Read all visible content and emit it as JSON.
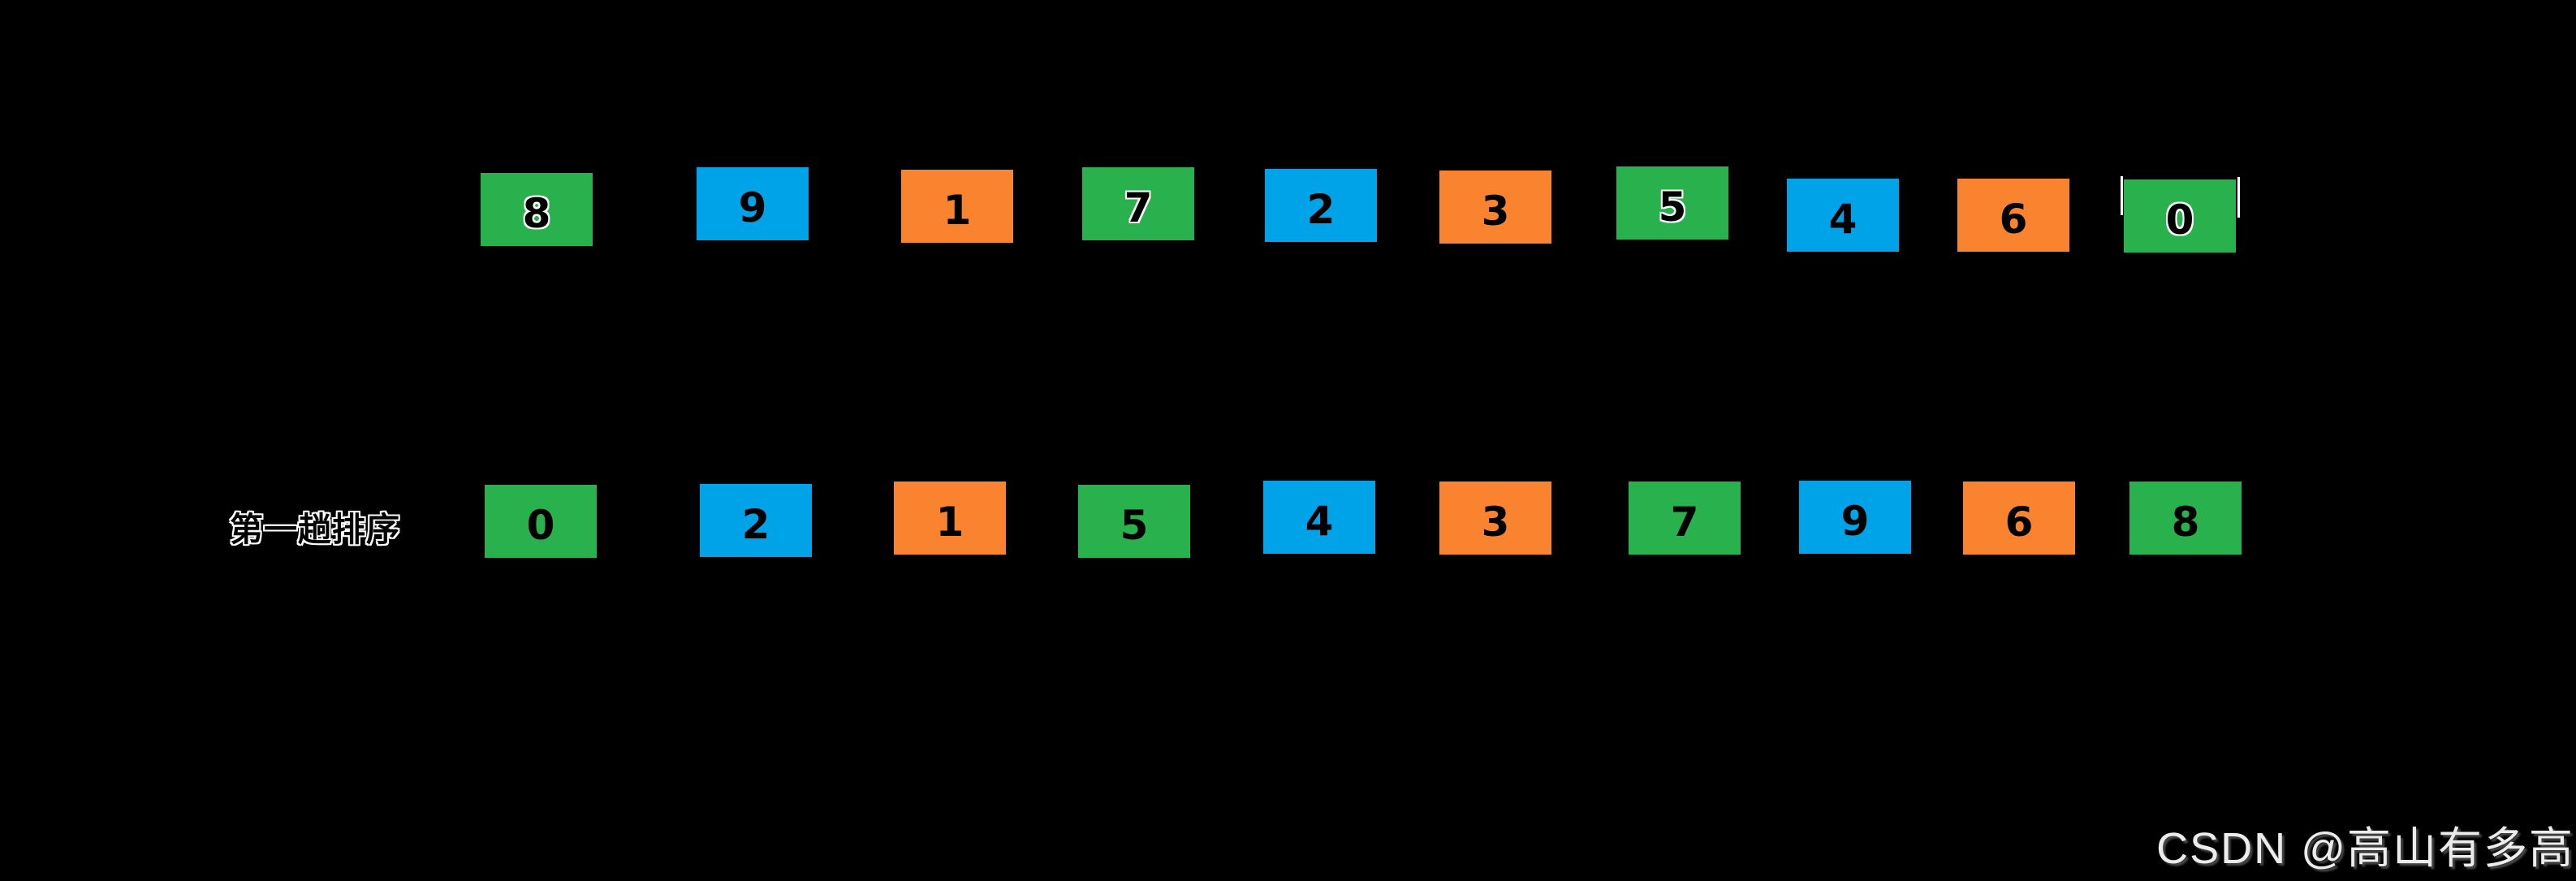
{
  "diagram": {
    "background": "#000000",
    "rows": [
      {
        "name": "initial-array",
        "label": "",
        "boxes": [
          {
            "value": "8",
            "color": "green"
          },
          {
            "value": "9",
            "color": "blue"
          },
          {
            "value": "1",
            "color": "orange"
          },
          {
            "value": "7",
            "color": "green"
          },
          {
            "value": "2",
            "color": "blue"
          },
          {
            "value": "3",
            "color": "orange"
          },
          {
            "value": "5",
            "color": "green"
          },
          {
            "value": "4",
            "color": "blue"
          },
          {
            "value": "6",
            "color": "orange"
          },
          {
            "value": "0",
            "color": "green"
          }
        ]
      },
      {
        "name": "after-first-pass",
        "label": "第一趟排序",
        "boxes": [
          {
            "value": "0",
            "color": "green"
          },
          {
            "value": "2",
            "color": "blue"
          },
          {
            "value": "1",
            "color": "orange"
          },
          {
            "value": "5",
            "color": "green"
          },
          {
            "value": "4",
            "color": "blue"
          },
          {
            "value": "3",
            "color": "orange"
          },
          {
            "value": "7",
            "color": "green"
          },
          {
            "value": "9",
            "color": "blue"
          },
          {
            "value": "6",
            "color": "orange"
          },
          {
            "value": "8",
            "color": "green"
          }
        ]
      }
    ],
    "colors": {
      "green": "#28B14D",
      "blue": "#00A2E8",
      "orange": "#FA8330"
    }
  },
  "watermark": {
    "text": "CSDN @高山有多高",
    "color": "#ECECEC"
  }
}
